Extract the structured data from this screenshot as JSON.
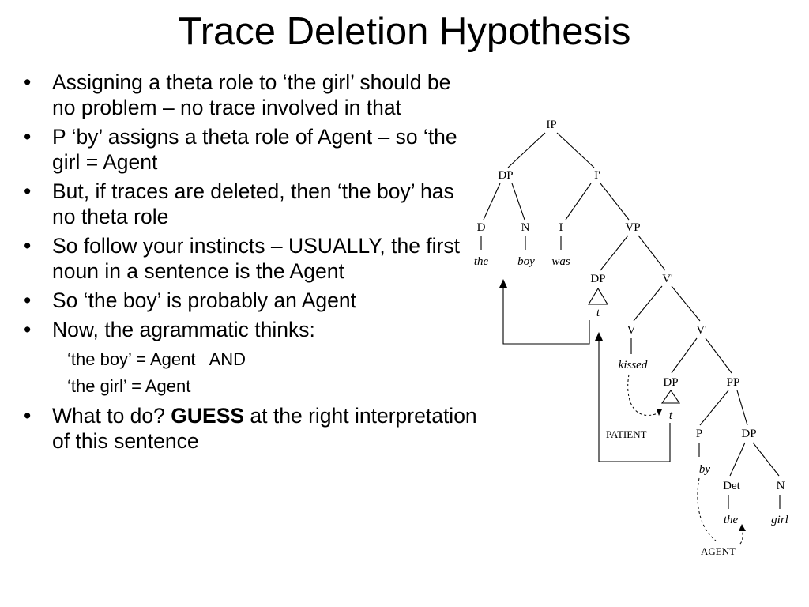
{
  "title": "Trace Deletion Hypothesis",
  "bullets": {
    "b1": "Assigning a theta role to ‘the girl’ should be no problem – no trace involved in that",
    "b2": "P ‘by’ assigns a theta role of Agent – so ‘the girl = Agent",
    "b3": "But, if traces are deleted, then ‘the boy’ has no theta role",
    "b4": "So follow your instincts – USUALLY, the first noun in a sentence is the Agent",
    "b5": "So ‘the boy’ is probably an Agent",
    "b6": "Now, the agrammatic thinks:",
    "sub1": "‘the boy’ = Agent   AND",
    "sub2": "‘the girl’ = Agent",
    "b7_pre": "What to do? ",
    "b7_bold": "GUESS",
    "b7_post": " at the right interpretation of this sentence"
  },
  "tree": {
    "ip": "IP",
    "dp_subj": "DP",
    "ibar": "I'",
    "d": "D",
    "n_subj": "N",
    "i": "I",
    "vp": "VP",
    "the1": "the",
    "boy": "boy",
    "was": "was",
    "dp_trace1": "DP",
    "t1": "t",
    "vbar1": "V'",
    "v": "V",
    "vbar2": "V'",
    "kissed": "kissed",
    "dp_trace2": "DP",
    "t2": "t",
    "pp": "PP",
    "patient": "PATIENT",
    "p": "P",
    "dp_obj": "DP",
    "by": "by",
    "det": "Det",
    "n_obj": "N",
    "the2": "the",
    "girl": "girl",
    "agent": "AGENT"
  }
}
